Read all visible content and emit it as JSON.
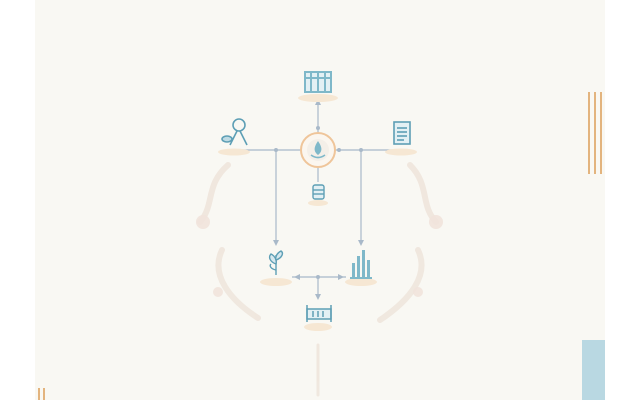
{
  "diagram": {
    "nodes": [
      {
        "id": "bridge",
        "icon": "bridge-icon"
      },
      {
        "id": "tools",
        "icon": "tools-icon"
      },
      {
        "id": "hub",
        "icon": "water-drop-icon"
      },
      {
        "id": "document",
        "icon": "document-icon"
      },
      {
        "id": "jar",
        "icon": "jar-icon"
      },
      {
        "id": "plant",
        "icon": "sprout-icon"
      },
      {
        "id": "bars",
        "icon": "bar-chart-icon"
      },
      {
        "id": "bed",
        "icon": "bed-icon"
      }
    ],
    "edges": [
      [
        "bridge",
        "hub"
      ],
      [
        "tools",
        "hub"
      ],
      [
        "hub",
        "document"
      ],
      [
        "hub",
        "jar"
      ],
      [
        "hub",
        "plant"
      ],
      [
        "hub",
        "bars"
      ],
      [
        "plant",
        "bars"
      ],
      [
        "plant",
        "bed"
      ]
    ]
  },
  "colors": {
    "background": "#f9f8f3",
    "icon": "#7fb8c9",
    "connector": "#a9b9c9",
    "hub_ring": "#efc59a",
    "platform": "#f6e7d3",
    "accent_lines": "#e3b47e",
    "accent_block": "#b9d8e2"
  }
}
